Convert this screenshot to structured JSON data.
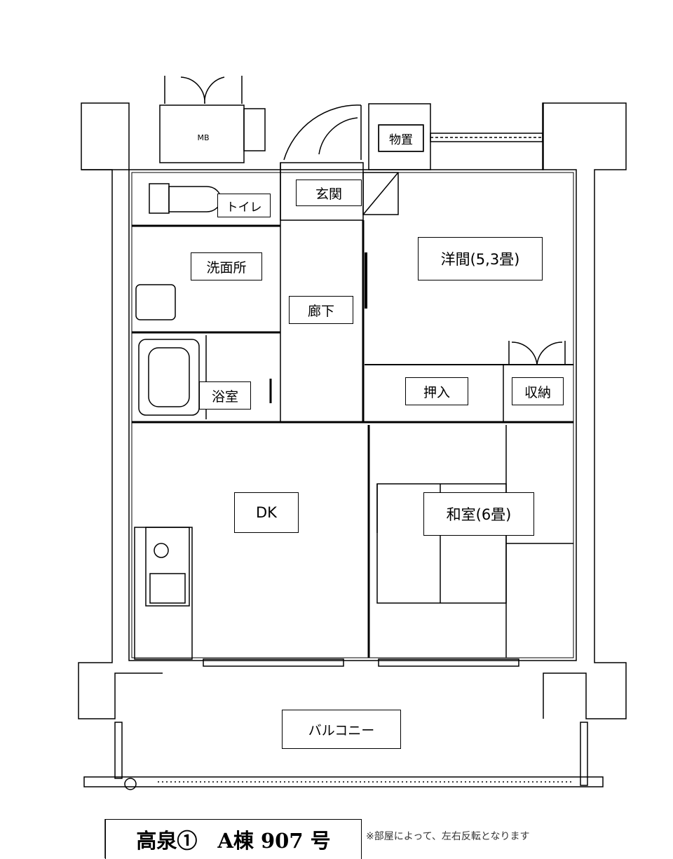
{
  "rooms": {
    "mb": "MB",
    "storage_shed": "物置",
    "genkan": "玄関",
    "toilet": "トイレ",
    "washroom": "洗面所",
    "hallway": "廊下",
    "bathroom": "浴室",
    "western_room": "洋間(5,3畳)",
    "oshiire": "押入",
    "closet": "収納",
    "dk": "DK",
    "japanese_room": "和室(6畳)",
    "balcony": "バルコニー"
  },
  "footer": {
    "title": "高泉①　A棟 907 号",
    "note": "※部屋によって、左右反転となります"
  }
}
